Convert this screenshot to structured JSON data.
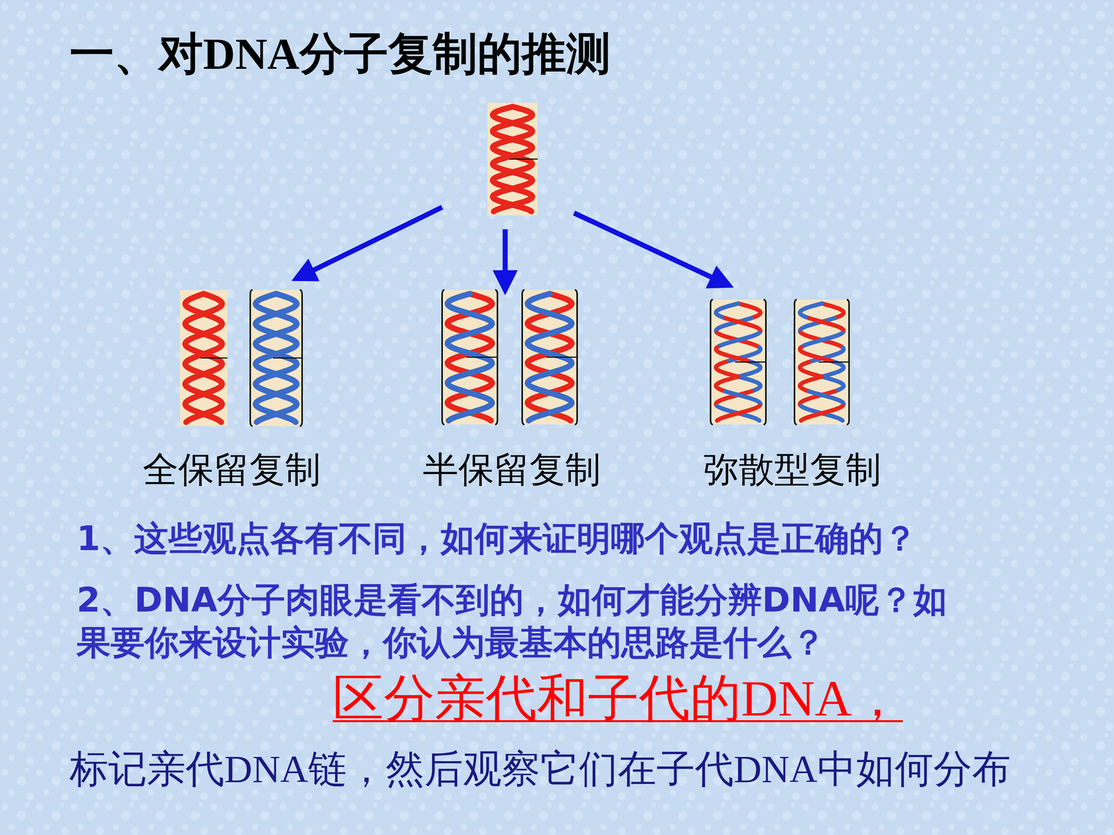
{
  "diagram": {
    "title": "一、对DNA分子复制的推测",
    "labels": [
      "全保留复制",
      "半保留复制",
      "弥散型复制",
      "1、这些观点各有不同，如何来证明哪个观点是正确的？",
      "2、DNA分子肉眼是看不到的，如何才能分辨DNA呢？如 果要你来设计实验，你认为最基本的思路是什么？",
      "区分亲代和子代的DNA，",
      "标记亲代DNA链，然后观察它们在子代DNA中如何分布"
    ]
  }
}
